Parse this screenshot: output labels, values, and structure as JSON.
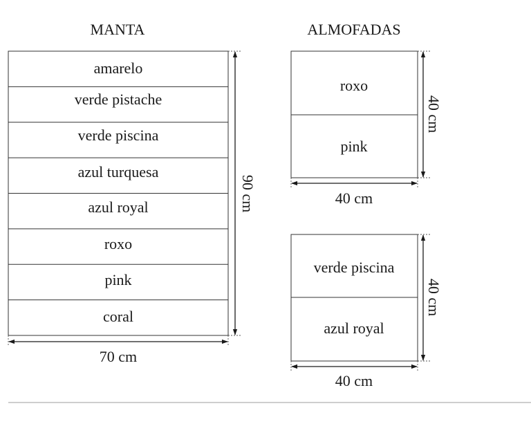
{
  "manta": {
    "title": "MANTA",
    "stripes": [
      "amarelo",
      "verde pistache",
      "verde piscina",
      "azul turquesa",
      "azul royal",
      "roxo",
      "pink",
      "coral"
    ],
    "width_label": "70 cm",
    "height_label": "90 cm"
  },
  "almofadas": {
    "title": "ALMOFADAS",
    "pillows": [
      {
        "top": "roxo",
        "bottom": "pink",
        "width_label": "40 cm",
        "height_label": "40 cm"
      },
      {
        "top": "verde piscina",
        "bottom": "azul royal",
        "width_label": "40 cm",
        "height_label": "40 cm"
      }
    ]
  }
}
